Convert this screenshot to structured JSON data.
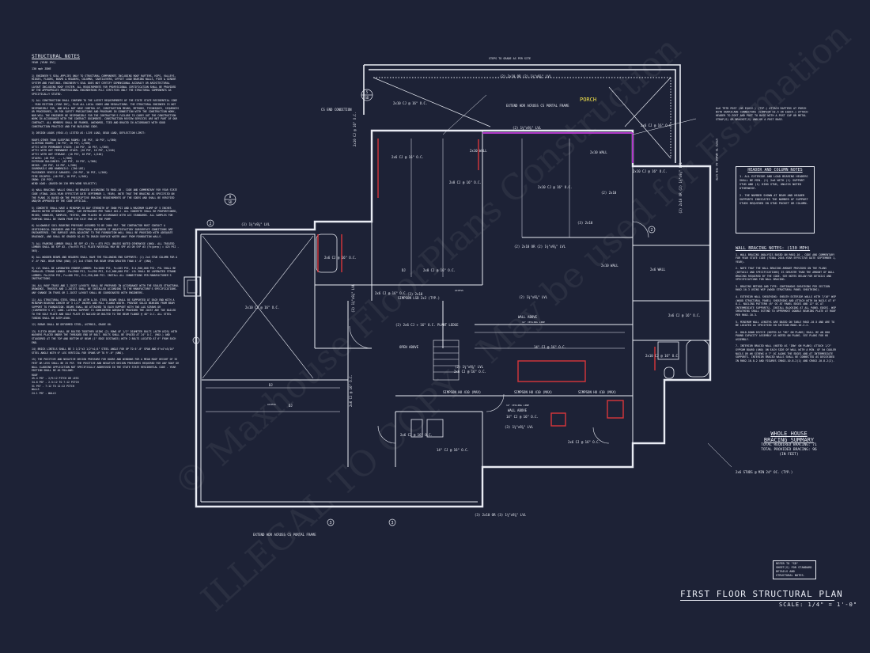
{
  "notes": {
    "title": "STRUCTURAL NOTES",
    "subtitle": "YEAR (YEAR IRC)",
    "subtitle2": "130 mph ZONE",
    "paragraphs": [
      "1) ENGINEER'S SEAL APPLIES ONLY TO STRUCTURAL COMPONENTS INCLUDING ROOF RAFTERS, HIPS, VALLEYS, RIDGES, FLOORS, BEAMS & HEADERS, COLUMNS, CANTILEVERS, OFFSET LOAD BEARING WALLS, PIER & GIRDER SYSTEM AND FOOTINGS. ENGINEER'S SEAL DOES NOT CERTIFY DIMENSIONAL ACCURACY OR ARCHITECTURAL LAYOUT INCLUDING ROOF SYSTEM. ALL REQUIREMENTS FOR PROFESSIONAL CERTIFICATION SHALL BE PROVIDED BY THE APPROPRIATE PROFESSIONAL ENGINEERING PLLC CERTIFIES ONLY THE STRUCTURAL COMPONENTS AS SPECIFICALLY STATED.",
      "2) ALL CONSTRUCTION SHALL CONFORM TO THE LATEST REQUIREMENTS OF THE STATE STATE RESIDENTIAL CODE - YEAR EDITION (YEAR IRC), PLUS ALL LOCAL CODES AND REGULATIONS. THE STRUCTURAL ENGINEER IS NOT RESPONSIBLE FOR, AND WILL NOT HAVE CONTROL OF, CONSTRUCTION MEANS, METHODS, TECHNIQUES, SEQUENCES OR PROCEDURES, OR FOR SAFETY PRECAUTIONS AND PROGRAMS IN CONNECTION WITH THE CONSTRUCTION WORK, NOR WILL THE ENGINEER BE RESPONSIBLE FOR THE CONTRACTOR'S FAILURE TO CARRY OUT THE CONSTRUCTION WORK IN ACCORDANCE WITH THE CONTRACT DOCUMENTS. CONSTRUCTION REVIEW SERVICES ARE NOT PART OF OUR CONTRACT. ALL MEMBERS SHALL BE FRAMED, ANCHORED, TIED AND BRACED IN ACCORDANCE WITH GOOD CONSTRUCTION PRACTICE AND THE BUILDING CODE.",
      "3) DESIGN LOADS (R301.4) LISTED AS: LIVE LOAD, DEAD LOAD, DEFLECTION LIMIT:",
      "4) WALL BRACING: WALLS SHALL BE BRACED ACCORDING TO R602.10 - CODE AND COMMENTARY FOR YEAR STATE CODE (FINAL 2016-YEAR EFFECTIVE DATE SEPTEMBER 1, YEAR). NOTE THAT THE BRACING AS SPECIFIED ON THE PLANS IS BASED ON THE PRESCRIPTIVE BRACING REQUIREMENTS OF THE CODES AND SHALL BE VERIFIED AND/OR APPROVED BY THE CODE OFFICIAL.",
      "5) CONCRETE SHALL HAVE A MINIMUM 28 DAY STRENGTH OF 3000 PSI AND A MAXIMUM SLUMP OF 5 INCHES UNLESS NOTED OTHERWISE (UNO). AIR ENTRAINED PER TABLE 402.2. ALL CONCRETE SHALL BE PROPORTIONED, MIXED, HANDLED, SAMPLED, TESTED, AND PLACED IN ACCORDANCE WITH ACI STANDARDS. ALL SAMPLES FOR PUMPING SHALL BE TAKEN FROM THE EXIT END OF THE PUMP.",
      "6) ALLOWABLE SOIL BEARING PRESSURE ASSUMED TO BE 2000 PSF. THE CONTRACTOR MUST CONTACT A GEOTECHNICAL ENGINEER AND THE STRUCTURAL ENGINEER IF UNSATISFACTORY SUBSURFACE CONDITIONS ARE ENCOUNTERED. THE SURFACE AREA ADJACENT TO THE FOUNDATION WALL SHALL BE PROVIDED WITH ADEQUATE DRAINAGE, AND SHALL BE GRADED SO AS TO DRAIN SURFACE WATER AWAY FROM FOUNDATION WALLS.",
      "7) ALL FRAMING LUMBER SHALL BE SPF #2 (Fb = 875 PSI) UNLESS NOTED OTHERWISE (UNO). ALL TREATED LUMBER SHALL BE SYP #2. (Fb=975 PSI) PLATE MATERIAL MAY BE SPF #3 OR SYP #3 (Fc(perp) = 425 PSI - 565).",
      "8) ALL WOODEN BEAMS AND HEADERS SHALL HAVE THE FOLLOWING END SUPPORTS: (1) 2x4 STUD COLUMN FOR A 4'-0\" MAX. BEAM SPAN (UNO) (2) 2x4 STUDS FOR BEAM SPAN GREATER THAN 4'-0\" (UNO).",
      "9) LVL SHALL BE LAMINATED VENEER LUMBER: Fb=2600 PSI, Fv=285 PSI, E=1,900,000 PSI. PSL SHALL BE PARALLEL STRAND LUMBER: Fb=2900 PSI, Fv=290 PSI, E=2,000,000 PSI. LSL SHALL BE LAMINATED STRAND LUMBER: Fb=2250 PSI, Fv=400 PSI, E=1,550,000 PSI. INSTALL ALL CONNECTIONS PER MANUFACTURER'S INSTRUCTIONS.",
      "10) ALL ROOF TRUSS AND I-JOIST LAYOUTS SHALL BE PREPARED IN ACCORDANCE WITH THE SEALED STRUCTURAL DRAWINGS. TRUSSES AND I-JOISTS SHALL BE INSTALLED ACCORDING TO THE MANUFACTURE'S SPECIFICATIONS. ANY CHANGE IN TRUSS OR I-JOIST LAYOUT SHALL BE COORDINATED WITH ENGINEERS.",
      "11) ALL STRUCTURAL STEEL SHALL BE ASTM A-36. STEEL BEAMS SHALL BE SUPPORTED AT EACH END WITH A MINIMUM BEARING LENGTH OF 3 1/2\" INCHES AND FULL FLANGE WIDTH. PROVIDE SOLID BEARING FROM BEAM SUPPORT TO FOUNDATION. BEAMS SHALL BE ATTACHED TO EACH SUPPORT WITH TWO LAG SCREWS OR (CARPENTER'S 4\") LONG. LATERAL SUPPORT IS CONSIDERED ADEQUATE PROVIDED THE JOIST ARE TOE NAILED TO THE SOLE PLATE AND SOLE PLATE IS NAILED OR BOLTED TO THE BEAM FLANGE @ 48\" O.C. ALL STEEL TUBING SHALL BE ASTM A500.",
      "12) REBAR SHALL BE DEFORMED STEEL, ASTM615, GRADE 60.",
      "13) FLITCH BEAMS SHALL BE BOLTED TOGETHER USING (2) ROWS OF 1/2\" DIAMETER BOLTS (ASTM A325) WITH WASHERS PLACED UNDER THE THREADED END OF BOLT. BOLTS SHALL BE SPACED AT 24\" O.C. (MAX.) AND STAGGERED AT THE TOP AND BOTTOM OF BEAM (1\" EDGE DISTANCE) WITH 2 BOLTS LOCATED AT 6\" FROM EACH END.",
      "14) BRICK LINTELS SHALL BE 3 1/2\"x3 1/2\"x1/4\" STEEL ANGLE FOR UP TO 6'-0\" SPAN AND 6\"x4\"x5/16\" STEEL ANGLE WITH 6\" LEG VERTICAL FOR SPANS UP TO 9'-0\" (UNO).",
      "15) THE POSITIVE AND NEGATIVE DESIGN PRESSURE FOR DOORS AND WINDOWS FOR A MEAN ROOF HEIGHT OF 35 FEET OR LESS SHALL BE 25 PSF. THE POSITIVE AND NEGATIVE DESIGN PRESSURES REQUIRED FOR ANY ROOF OR WALL CLADDING APPLICATION NOT SPECIFICALLY ADDRESSED IN THE STATE STATE RESIDENTIAL CODE - YEAR EDITION SHALL BE AS FOLLOWS:"
    ],
    "loads": [
      "ROOFS OTHER THAN SLEEPING ROOMS: (40 PSF, 10 PSF, L/360)",
      "SLEEPING ROOMS: (30 PSF, 10 PSF, L/360)",
      "ATTIC WITH PERMANENT STAIR: (40 PSF, 10 PSF, L/360)",
      "ATTIC WITH OUT PERMANENT STAIR: (20 PSF, 10 PSF, L/240)",
      "ATTIC WITH OUT STORAGE: (10 PSF, 10 PSF, L/240)",
      "STAIRS: (40 PSF, --, L/360)",
      "EXTERIOR BALCONIES: (40 PSF, 10 PSF, L/360)",
      "DECKS: (40 PSF, 10 PSF, L/360)",
      "GUARDRAILS AND HANDRAILS: (200 LBS)",
      "PASSENGER VEHICLE GARAGES: (50 PSF, 10 PSF, L/360)",
      "FIRE ESCAPES: (40 PSF, 10 PSF, L/360)",
      "SNOW: (20 PSF)",
      "WIND LOAD: (BASED ON 130 MPH WIND VELOCITY)"
    ],
    "pressures": [
      "ROOF",
      "45.4 PSF - 2/9:12 PITCH OR LESS",
      "34.8 PSF - 2.5:12 TO 7:12 PITCH",
      "31 PSF - 7:12 TO 12:12 PITCH",
      "WALLS",
      "24.1 PSF - WALLS"
    ]
  },
  "header_notes": {
    "title": "HEADER AND COLUMN NOTES",
    "items": [
      "1. ALL EXTERIOR AND LOAD BEARING HEADERS SHALL BE MIN. (1) 2x6 WITH (1) SUPPORT STUD AND (1) KING STUD, UNLESS NOTED OTHERWISE.",
      "2. THE NUMBER SHOWN AT BEAM AND HEADER SUPPORTS INDICATES THE NUMBER OF SUPPORT STUDS REQUIRED IN STUD POCKET OR COLUMN."
    ]
  },
  "wall_bracing": {
    "title": "WALL BRACING NOTES: (130 MPH)",
    "items": [
      "1. WALL BRACING ANALYSIS BASED ON R602.10 - CODE AND COMMENTARY FOR YEAR STATE CODE (FINAL 2016-YEAR EFFECTIVE DATE SEPTEMBER 1, YEAR).",
      "2. NOTE THAT THE WALL BRACING AMOUNT PROVIDED ON THE PLANS (DETAILS AND SPECIFICATIONS) IS GREATER THAN THE AMOUNT OF WALL BRACING REQUIRED BY THE CODE. SEE NOTES BELOW FOR DETAILS AND SPECIFICATIONS FOR WALL BRACING.",
      "3. BRACING METHOD AND TYPE: CONTINUOUS SHEATHING PER SECTION R602.10.3 USING WSP (WOOD STRUCTURAL PANEL SHEATHING).",
      "4. EXTERIOR WALL SHEATHING: SHEATH EXTERIOR WALLS WITH 7/16\" WSP (WOOD STRUCTURAL PANEL) SHEATHING AND ATTACH WITH 8d NAILS AT 6\" O.C. NAILING PATTERN (6\" OC AT PANEL EDGES AND 12\" OC AT INTERMEDIATE SUPPORTS). INSTALL BLOCKING AT ALL PANEL EDGES. WSP SHEATHING SHALL EXTEND TO UPPERMOST DOUBLE BEARING PLATE AT ROOF PER R602.10.3.",
      "5. MINIMUM WALL LENGTHS ARE BASED ON TABLE R602.10.5 AND ARE TO BE LOCATED AS SPECIFIED IN SECTION R602.10.2.2.",
      "6. HOLD-DOWN DEVICE (NOTED AS \"HD\" ON PLANS) SHALL BE AN 800 POUND CAPACITY ASSEMBLY AS NOTED ON PLANS. SEE PLANS FOR HD ASSEMBLY.",
      "7. INTERIOR BRACED WALL (NOTED AS 'IBW' ON PLANS) ATTACH 1/2\" GYPSUM BOARD (UNO) ON EACH SIDE OF WALL WITH A MIN. OF 5d COOLER NAILS OR #6 SCREWS @ 7\" OC ALONG THE EDGES AND AT INTERMEDIATE SUPPORTS. INTERIOR BRACED WALLS SHALL BE CONNECTED AS DESCRIBED IN R602.10.8.2 AND FIGURES CR602.10.8.2(1) AND CR602.10.8.2(2)."
    ]
  },
  "summary": {
    "title_1": "WHOLE HOUSE",
    "title_2": "BRACING SUMMARY",
    "required": "TOTAL REQUIRED BRACING: 71",
    "provided": "TOTAL PROVIDED BRACING: 96",
    "unit": "(IN FEET)"
  },
  "reference": "REFER TO \"SD\" SHEET(S) FOR STANDARD DETAILS AND STRUCTURAL NOTES.",
  "title_block": {
    "title": "FIRST FLOOR STRUCTURAL PLAN",
    "scale": "SCALE: 1/4\" = 1'-0\""
  },
  "plan_labels": {
    "porch": "PORCH",
    "steps_top": "STEPS TO GRADE AS PER SITE",
    "steps_right": "STEPS TO GRADE AS PER SITE",
    "top_beam": "(2) 2x10 OR (2) 1¾\"x9⅞\" LVL",
    "bottom_beam": "(3) 2x10 OR (3) 1¾\"x9⅞\" LVL",
    "cs_end": "CS END CONDITION",
    "extend_hdr_top": "EXTEND HDR ACROSS CS PORTAL FRAME",
    "extend_hdr_bottom": "EXTEND HDR ACROSS CS PORTAL FRAME",
    "porch_beam": "(2) 1¾\"x9⅞\" LVL",
    "rafters_note": "6x6 TRTD POST (OR EQUIV.) (TYP.) ATTACH RAFTERS AT PORCH WITH HURRICANE CONNECTORS (SIMPSON H2.5 OR EQUIV.) ATTACH HEADER TO POST AND POST TO BASE WITH A POST CAP OR METAL STRAP(S) OR BRACKET(S) AND/OR A POST BASE.",
    "stud_note": "2x6 STUDS @ MIN 24\" OC. (TYP.)",
    "wall_2x10_a": "2x10 WALL",
    "wall_2x10_b": "2x10 WALL",
    "wall_2x10_c": "2x10 WALL",
    "wall_2x6": "2x6 WALL",
    "simpson_1": "SIMPSON HU 410 (MAX)",
    "simpson_2": "SIMPSON HU 410 (MAX)",
    "simpson_3": "SIMPSON HU 410 (MAX)",
    "simpson_lsb": "SIMPSON LSB 2x2 (TYP.)",
    "ledge": "(2) 2x6 CJ + 16\" O.C. PLANT LEDGE",
    "wall_above": "WALL ABOVE",
    "wall_above_2": "WALL ABOVE",
    "open_above": "OPEN ABOVE",
    "ceiling_line_1": "12' CEILING LINE",
    "ceiling_line_2": "12' CEILING LINE",
    "dj_1": "DJ",
    "dj_2": "DJ",
    "dj_3": "DJ",
    "access_1": "ACCESS",
    "access_2": "ACCESS",
    "lvl_1": "(3) 1¾\"x9⅞\" LVL",
    "lvl_2": "(2) 1¾\"x9⅞\" LVL",
    "lvl_3": "(2) 2x10 OR (2) 1¾\"x9⅞\" LVL",
    "lvl_4": "(3) 1¾\"x9⅞\" LVL",
    "lvl_5": "(3) 1¾\"x9⅞\" LVL",
    "lvl_6": "(2) 1¾\"x9⅞\" LVL",
    "lvl_7": "(3) 2x10",
    "lvl_8": "(3) 2x10",
    "lvl_9": "(2) 2x10",
    "lvl_10": "(2) 2x10 OR (2) 1¾\"x9⅞\" LVL",
    "cj_1": "2x10 CJ @ 16\" O.C.",
    "cj_2": "2x6 CJ @ 16\" O.C.",
    "cj_3": "2x6 CJ @ 16\" O.C.",
    "cj_4": "2x8 CJ @ 16\" O.C.",
    "cj_5": "2x10 CJ @ 16\" O.C.",
    "cj_6": "2x10 CJ @ 16\" O.C.",
    "cj_7": "2x6 CJ @ 16\" O.C.",
    "cj_8": "2x8 CJ @ 16\" O.C.",
    "cj_9": "14\" CJ @ 16\" O.C.",
    "cj_10": "2x10 CJ @ 16\" O.C.",
    "cj_11": "2x6 CJ @ 16\" O.C.",
    "cj_12": "2x10 CJ @ 16\" O.C.",
    "cj_13": "2x6 CJ @ 16\" O.C.",
    "cj_14": "2x6 CJ @ 16\" O.C.",
    "cj_15": "2x6 CJ @ 16\" O.C.",
    "cj_16": "2x6 CJ @ 16\" O.C.",
    "cj_17": "14\" CJ @ 16\" O.C.",
    "cj_18": "2x6 CJ @ 16\" O.C.",
    "cj_19": "14\" CJ @ 16\" O.C.",
    "cj_20": "2x10 CJ @ 16\" O.C.",
    "grid_top": "2",
    "grid_right": "2",
    "grid_left": "1",
    "grid_mid": "3",
    "grid_bottom": "3",
    "marker_a1": "8",
    "marker_a2": "SD",
    "marker_b1": "5",
    "marker_b2": "SD"
  },
  "watermark": {
    "line_1": "© Maxhouse FloorPlans Construction",
    "line_2": "ILLEGAL TO COPY - May be used for Estimation"
  },
  "colors": {
    "background": "#1d2236",
    "ink": "#e9ecf4",
    "red": "#d9363b",
    "magenta": "#b03ac9",
    "yellow": "#f0e14a"
  }
}
